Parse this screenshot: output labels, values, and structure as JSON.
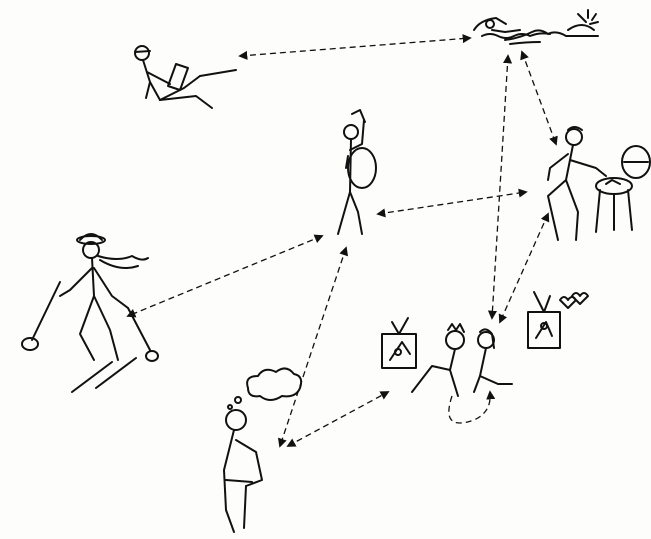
{
  "diagram": {
    "figures": [
      {
        "id": "reader",
        "icon": "person-reading-reclining-icon"
      },
      {
        "id": "swimmer",
        "icon": "swimmer-with-sun-icon"
      },
      {
        "id": "drummer",
        "icon": "person-with-drum-icon"
      },
      {
        "id": "griller",
        "icon": "person-at-barbecue-grill-icon"
      },
      {
        "id": "skier",
        "icon": "skier-icon"
      },
      {
        "id": "tv-couple",
        "icon": "couple-watching-tv-icon"
      },
      {
        "id": "thinker",
        "icon": "seated-person-thinking-icon"
      }
    ],
    "connections": [
      {
        "from": "reader",
        "to": "swimmer"
      },
      {
        "from": "swimmer",
        "to": "griller"
      },
      {
        "from": "swimmer",
        "to": "tv-couple"
      },
      {
        "from": "drummer",
        "to": "griller"
      },
      {
        "from": "drummer",
        "to": "skier"
      },
      {
        "from": "drummer",
        "to": "thinker"
      },
      {
        "from": "griller",
        "to": "tv-couple"
      },
      {
        "from": "thinker",
        "to": "tv-couple"
      }
    ],
    "colors": {
      "ink": "#111111",
      "paper": "#fdfdfb"
    }
  }
}
